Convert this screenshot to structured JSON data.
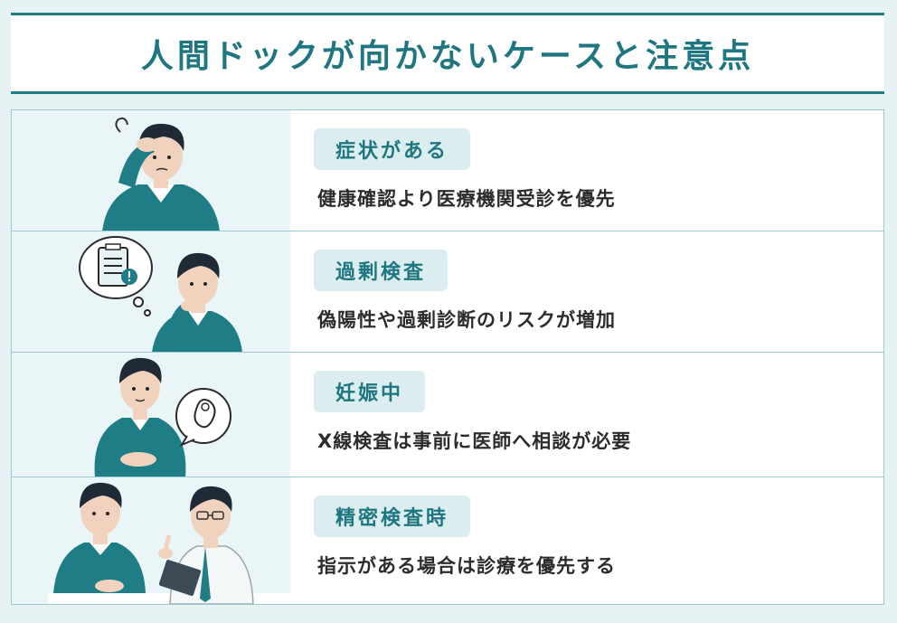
{
  "title": "人間ドックが向かないケースと注意点",
  "rows": [
    {
      "tag": "症状がある",
      "desc": "健康確認より医療機関受診を優先",
      "icon": "headache-person-icon"
    },
    {
      "tag": "過剰検査",
      "desc": "偽陽性や過剰診断のリスクが増加",
      "icon": "thinking-checklist-icon"
    },
    {
      "tag": "妊娠中",
      "desc": "X線検査は事前に医師へ相談が必要",
      "icon": "pregnant-fetus-icon"
    },
    {
      "tag": "精密検査時",
      "desc": "指示がある場合は診療を優先する",
      "icon": "doctor-consultation-icon"
    }
  ],
  "colors": {
    "accent": "#1e7680",
    "sweater": "#1f7d86",
    "tag_bg": "#dcedef"
  }
}
